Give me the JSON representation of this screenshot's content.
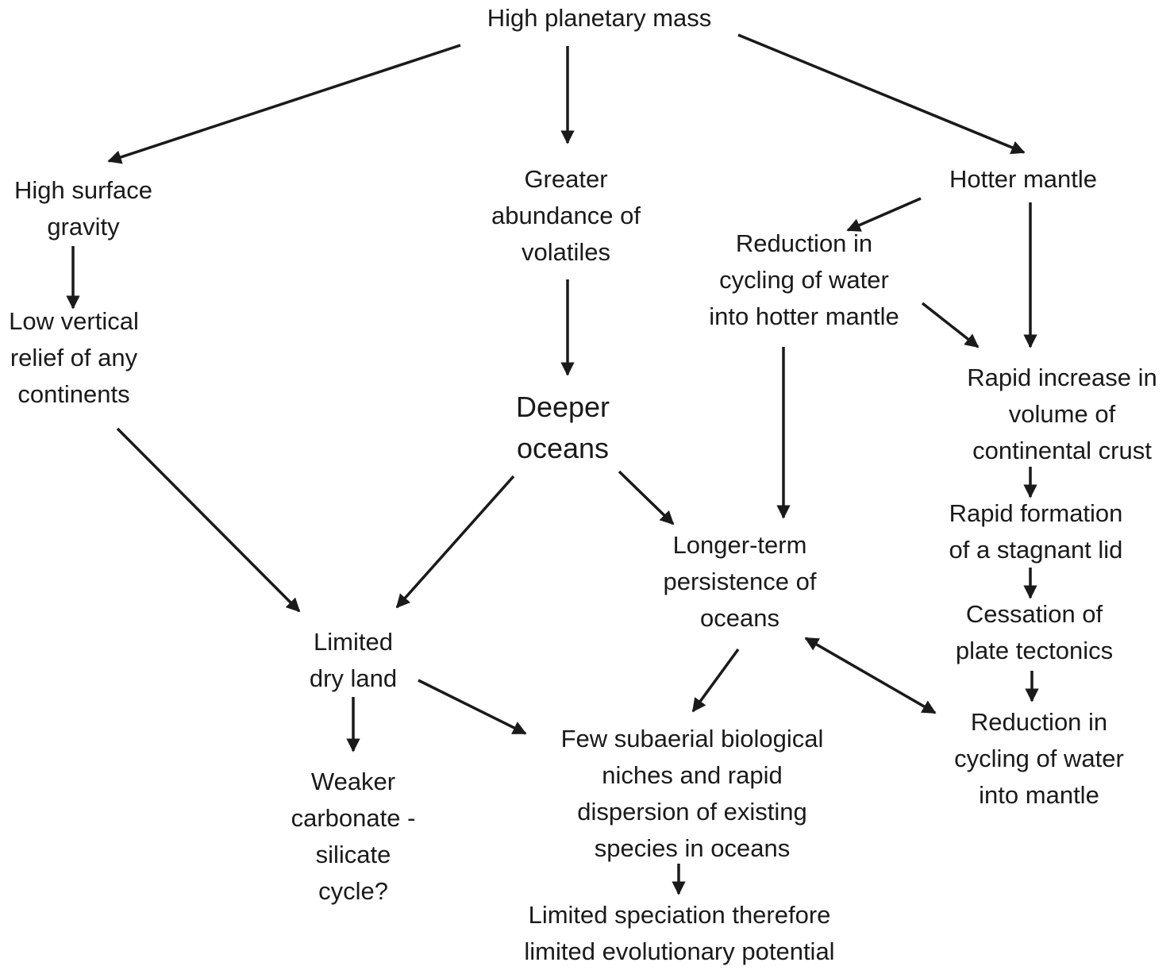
{
  "nodes": {
    "high_planetary_mass": [
      "High planetary mass"
    ],
    "high_surface_gravity": [
      "High surface",
      "gravity"
    ],
    "greater_abundance": [
      "Greater",
      "abundance of",
      "volatiles"
    ],
    "hotter_mantle": [
      "Hotter mantle"
    ],
    "reduction_cycling_hotter": [
      "Reduction in",
      "cycling of water",
      "into hotter mantle"
    ],
    "low_vertical_relief": [
      "Low vertical",
      "relief of any",
      "continents"
    ],
    "deeper_oceans": [
      "Deeper",
      "oceans"
    ],
    "rapid_increase": [
      "Rapid increase in",
      "volume of",
      "continental crust"
    ],
    "rapid_formation": [
      "Rapid formation",
      "of a stagnant lid"
    ],
    "longer_term": [
      "Longer-term",
      "persistence of",
      "oceans"
    ],
    "cessation": [
      "Cessation of",
      "plate tectonics"
    ],
    "limited_dry_land": [
      "Limited",
      "dry land"
    ],
    "reduction_cycling": [
      "Reduction in",
      "cycling of water",
      "into mantle"
    ],
    "few_subaerial": [
      "Few subaerial biological",
      "niches and rapid",
      "dispersion of existing",
      "species in oceans"
    ],
    "weaker_carbonate": [
      "Weaker",
      "carbonate -",
      "silicate",
      "cycle?"
    ],
    "limited_speciation": [
      "Limited speciation therefore",
      "limited evolutionary potential"
    ]
  },
  "colors": {
    "text": "#1a1a1a",
    "arrow": "#1a1a1a",
    "background": "#ffffff"
  }
}
